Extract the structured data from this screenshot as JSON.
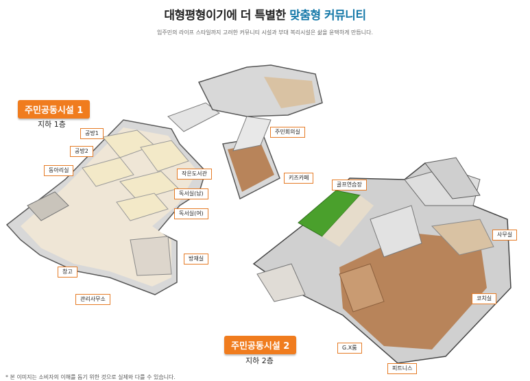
{
  "header": {
    "title_main": "대형평형이기에 더 특별한 ",
    "title_highlight": "맞춤형 커뮤니티",
    "subtitle": "입주민의 라이프 스타일까지 고려한 커뮤니티 시설과 부대 복리시설은 삶을 윤택하게 만듭니다."
  },
  "section1": {
    "badge": "주민공동시설 1",
    "floor": "지하 1층",
    "labels": {
      "workshop1": "공방1",
      "workshop2": "공방2",
      "club": "동아리실",
      "library": "작은도서관",
      "study_m": "독서실(남)",
      "study_f": "독서실(여)",
      "storage": "창고",
      "management": "관리사무소",
      "disaster": "방재실",
      "meeting": "주민회의실",
      "kids_cafe": "키즈카페"
    }
  },
  "section2": {
    "badge": "주민공동시설 2",
    "floor": "지하 2층",
    "labels": {
      "golf": "골프연습장",
      "office": "사무실",
      "coach": "코치실",
      "gx": "G.X룸",
      "fitness": "피트니스"
    }
  },
  "footer": {
    "note": "* 본 이미지는 소비자의 이해를 돕기 위한 것으로 실제와 다를 수 있습니다."
  },
  "colors": {
    "accent": "#f07c1e",
    "highlight": "#1478a8",
    "wall": "#dcdcdc",
    "floor_wood": "#b8845a",
    "floor_tile": "#efe6d6",
    "golf_green": "#4aa02c"
  }
}
